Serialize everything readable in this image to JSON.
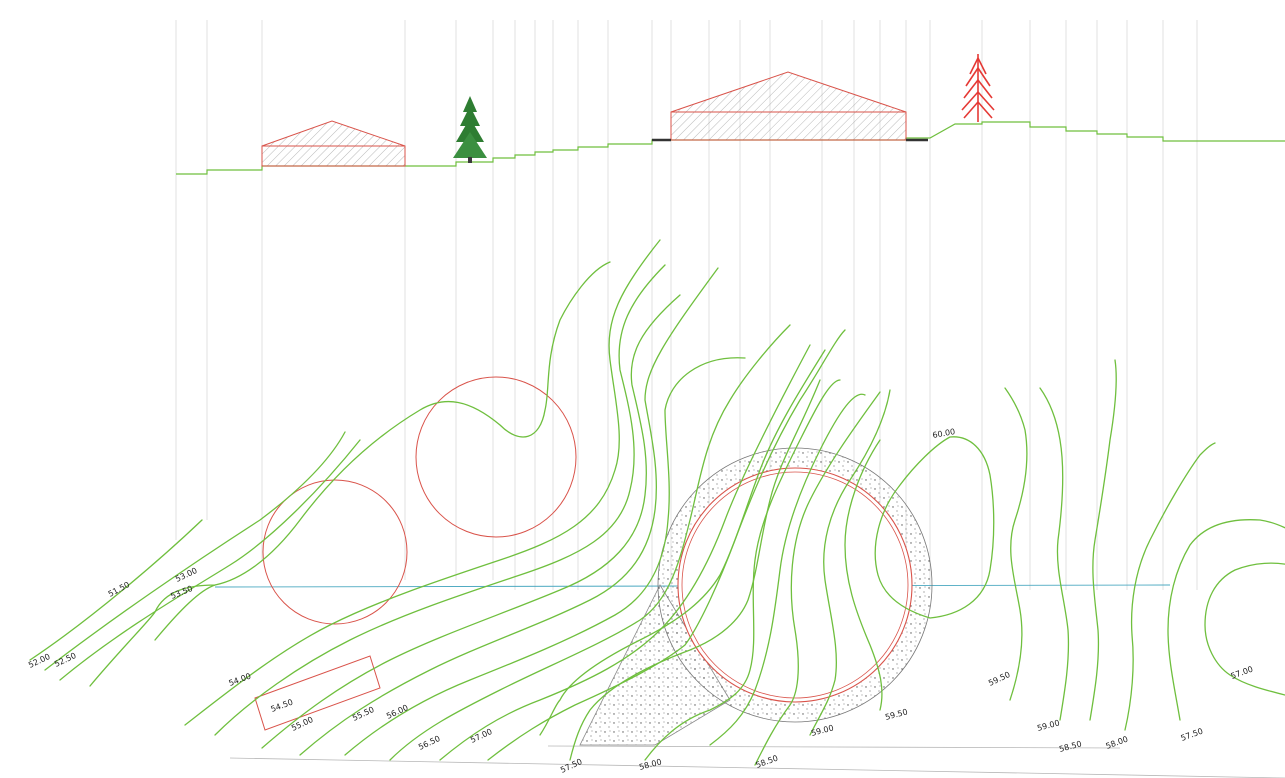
{
  "contour_labels": [
    {
      "id": "l5150",
      "text": "51.50"
    },
    {
      "id": "l5300",
      "text": "53.00"
    },
    {
      "id": "l5350",
      "text": "53.50"
    },
    {
      "id": "l5200",
      "text": "52.00"
    },
    {
      "id": "l5250",
      "text": "52.50"
    },
    {
      "id": "l5400",
      "text": "54.00"
    },
    {
      "id": "l5450",
      "text": "54.50"
    },
    {
      "id": "l5500",
      "text": "55.00"
    },
    {
      "id": "l5550",
      "text": "55.50"
    },
    {
      "id": "l5600",
      "text": "56.00"
    },
    {
      "id": "l5650",
      "text": "56.50"
    },
    {
      "id": "l5700",
      "text": "57.00"
    },
    {
      "id": "l5750",
      "text": "57.50"
    },
    {
      "id": "l5800",
      "text": "58.00"
    },
    {
      "id": "l5850",
      "text": "58.50"
    },
    {
      "id": "l5900",
      "text": "59.00"
    },
    {
      "id": "l5950a",
      "text": "59.50"
    },
    {
      "id": "l6000",
      "text": "60.00"
    },
    {
      "id": "l5950b",
      "text": "59.50"
    },
    {
      "id": "l5900b",
      "text": "59.00"
    },
    {
      "id": "l5850b",
      "text": "58.50"
    },
    {
      "id": "l5800b",
      "text": "58.00"
    },
    {
      "id": "l5750b",
      "text": "57.50"
    },
    {
      "id": "l5700b",
      "text": "57.00"
    }
  ],
  "colors": {
    "contour": "#6fbf3e",
    "red": "#d9534a",
    "tree_green": "#2e7d32",
    "tree_red": "#e53935",
    "section_line": "#4aa8c0",
    "gravel_fill": "#f4f4f4"
  }
}
